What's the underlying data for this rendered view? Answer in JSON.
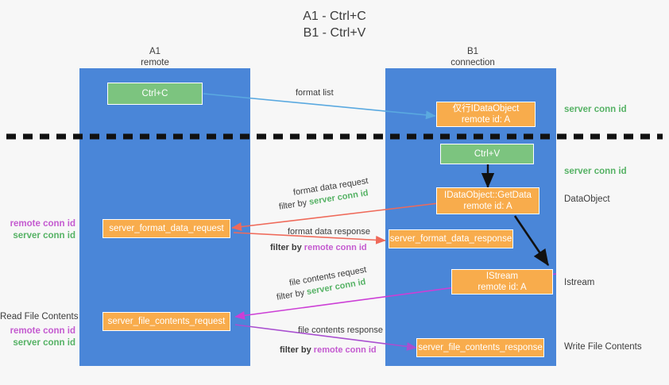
{
  "title": {
    "line1": "A1 - Ctrl+C",
    "line2": "B1 - Ctrl+V"
  },
  "colors": {
    "lane": "#4a86d8",
    "green_box": "#7cc47f",
    "orange_box": "#f8ac4c",
    "server_conn": "#56b265",
    "remote_conn": "#c45ad0",
    "arrow_blue": "#5aa9e0",
    "arrow_red": "#ef6a5a",
    "arrow_magenta": "#cc3fd6",
    "arrow_purple": "#a94fd0",
    "arrow_black": "#111111",
    "background": "#f7f7f7"
  },
  "lanes": [
    {
      "id": "a1",
      "title": "A1",
      "subtitle": "remote"
    },
    {
      "id": "b1",
      "title": "B1",
      "subtitle": "connection"
    }
  ],
  "nodes": [
    {
      "id": "ctrl-c",
      "label": "Ctrl+C",
      "label2": "",
      "color": "green"
    },
    {
      "id": "idataobject-remote",
      "label": "仅行IDataObject",
      "label2": "remote id: A",
      "color": "orange"
    },
    {
      "id": "ctrl-v",
      "label": "Ctrl+V",
      "label2": "",
      "color": "green"
    },
    {
      "id": "idataobject-getdata",
      "label": "IDataObject::GetData",
      "label2": "remote id: A",
      "color": "orange"
    },
    {
      "id": "server-format-data-request",
      "label": "server_format_data_request",
      "label2": "",
      "color": "orange"
    },
    {
      "id": "server-format-data-response",
      "label": "server_format_data_response",
      "label2": "",
      "color": "orange"
    },
    {
      "id": "istream",
      "label": "IStream",
      "label2": "remote id: A",
      "color": "orange"
    },
    {
      "id": "server-file-contents-request",
      "label": "server_file_contents_request",
      "label2": "",
      "color": "orange"
    },
    {
      "id": "server-file-contents-response",
      "label": "server_file_contents_response",
      "label2": "",
      "color": "orange"
    }
  ],
  "edge_labels": {
    "format_list": "format list",
    "format_data_request": "format data request",
    "format_data_request_filter_prefix": "filter by ",
    "format_data_request_filter_value": "server conn id",
    "format_data_response": "format data response",
    "format_data_response_filter_prefix": "filter by ",
    "format_data_response_filter_value": "remote conn id",
    "file_contents_request": "file contents request",
    "file_contents_request_filter_prefix": "filter by ",
    "file_contents_request_filter_value": "server conn id",
    "file_contents_response": "file contents response",
    "file_contents_response_filter_prefix": "filter by ",
    "file_contents_response_filter_value": "remote conn id"
  },
  "right_labels": [
    {
      "id": "server-conn-id-top",
      "text": "server conn id",
      "style": "server"
    },
    {
      "id": "server-conn-id-second",
      "text": "server conn id",
      "style": "server"
    },
    {
      "id": "dataobject",
      "text": "DataObject",
      "style": "plain"
    },
    {
      "id": "istream-label",
      "text": "Istream",
      "style": "plain"
    },
    {
      "id": "write-file-contents",
      "text": "Write File Contents",
      "style": "plain"
    }
  ],
  "left_labels": {
    "group_a": {
      "remote": "remote conn id",
      "server": "server conn id"
    },
    "read_file_contents": "Read File Contents",
    "group_b": {
      "remote": "remote conn id",
      "server": "server conn id"
    }
  }
}
